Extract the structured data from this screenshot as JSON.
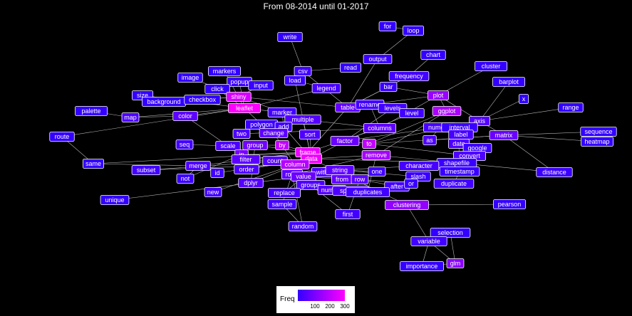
{
  "title": "From 08-2014 until 01-2017",
  "legend": {
    "title": "Freq",
    "low_color": "#3300ff",
    "high_color": "#ff00ff",
    "ticks": [
      "100",
      "200",
      "300"
    ]
  },
  "nodes": [
    {
      "id": "write",
      "freq": 20
    },
    {
      "id": "for",
      "freq": 20
    },
    {
      "id": "loop",
      "freq": 20
    },
    {
      "id": "output",
      "freq": 30
    },
    {
      "id": "chart",
      "freq": 20
    },
    {
      "id": "read",
      "freq": 20
    },
    {
      "id": "csv",
      "freq": 40
    },
    {
      "id": "cluster",
      "freq": 20
    },
    {
      "id": "frequency",
      "freq": 40
    },
    {
      "id": "image",
      "freq": 20
    },
    {
      "id": "markers",
      "freq": 20
    },
    {
      "id": "popup",
      "freq": 30
    },
    {
      "id": "load",
      "freq": 30
    },
    {
      "id": "barplot",
      "freq": 20
    },
    {
      "id": "legend",
      "freq": 50
    },
    {
      "id": "bar",
      "freq": 30
    },
    {
      "id": "input",
      "freq": 30
    },
    {
      "id": "click",
      "freq": 20
    },
    {
      "id": "plot",
      "freq": 170
    },
    {
      "id": "size",
      "freq": 20
    },
    {
      "id": "shiny",
      "freq": 260
    },
    {
      "id": "x",
      "freq": 20
    },
    {
      "id": "background",
      "freq": 20
    },
    {
      "id": "checkbox",
      "freq": 20
    },
    {
      "id": "table",
      "freq": 90
    },
    {
      "id": "rename",
      "freq": 40
    },
    {
      "id": "levels",
      "freq": 40
    },
    {
      "id": "range",
      "freq": 20
    },
    {
      "id": "leaflet",
      "freq": 320
    },
    {
      "id": "level",
      "freq": 40
    },
    {
      "id": "ggplot",
      "freq": 200
    },
    {
      "id": "palette",
      "freq": 20
    },
    {
      "id": "map",
      "freq": 60
    },
    {
      "id": "color",
      "freq": 80
    },
    {
      "id": "marker",
      "freq": 40
    },
    {
      "id": "multiple",
      "freq": 70
    },
    {
      "id": "axis",
      "freq": 70
    },
    {
      "id": "polygon",
      "freq": 30
    },
    {
      "id": "add",
      "freq": 40
    },
    {
      "id": "columns",
      "freq": 80
    },
    {
      "id": "numeric",
      "freq": 50
    },
    {
      "id": "interval",
      "freq": 30
    },
    {
      "id": "sequence",
      "freq": 20
    },
    {
      "id": "route",
      "freq": 20
    },
    {
      "id": "two",
      "freq": 60
    },
    {
      "id": "change",
      "freq": 80
    },
    {
      "id": "sort",
      "freq": 60
    },
    {
      "id": "label",
      "freq": 50
    },
    {
      "id": "matrix",
      "freq": 100
    },
    {
      "id": "heatmap",
      "freq": 20
    },
    {
      "id": "factor",
      "freq": 100
    },
    {
      "id": "as",
      "freq": 60
    },
    {
      "id": "date",
      "freq": 60
    },
    {
      "id": "google",
      "freq": 30
    },
    {
      "id": "seq",
      "freq": 40
    },
    {
      "id": "scale",
      "freq": 60
    },
    {
      "id": "group",
      "freq": 110
    },
    {
      "id": "by",
      "freq": 230
    },
    {
      "id": "frame",
      "freq": 290
    },
    {
      "id": "to",
      "freq": 230
    },
    {
      "id": "in",
      "freq": 120
    },
    {
      "id": "remove",
      "freq": 190
    },
    {
      "id": "data",
      "freq": 300
    },
    {
      "id": "convert",
      "freq": 60
    },
    {
      "id": "filter",
      "freq": 80
    },
    {
      "id": "count",
      "freq": 70
    },
    {
      "id": "shapefile",
      "freq": 30
    },
    {
      "id": "same",
      "freq": 20
    },
    {
      "id": "merge",
      "freq": 60
    },
    {
      "id": "column",
      "freq": 210
    },
    {
      "id": "character",
      "freq": 50
    },
    {
      "id": "timestamp",
      "freq": 30
    },
    {
      "id": "distance",
      "freq": 30
    },
    {
      "id": "subset",
      "freq": 40
    },
    {
      "id": "order",
      "freq": 60
    },
    {
      "id": "rows",
      "freq": 80
    },
    {
      "id": "with",
      "freq": 60
    },
    {
      "id": "string",
      "freq": 80
    },
    {
      "id": "one",
      "freq": 40
    },
    {
      "id": "slash",
      "freq": 30
    },
    {
      "id": "id",
      "freq": 40
    },
    {
      "id": "value",
      "freq": 100
    },
    {
      "id": "from",
      "freq": 90
    },
    {
      "id": "row",
      "freq": 80
    },
    {
      "id": "duplicate",
      "freq": 40
    },
    {
      "id": "not",
      "freq": 30
    },
    {
      "id": "dplyr",
      "freq": 70
    },
    {
      "id": "groups",
      "freq": 60
    },
    {
      "id": "after",
      "freq": 40
    },
    {
      "id": "or",
      "freq": 30
    },
    {
      "id": "new",
      "freq": 40
    },
    {
      "id": "replace",
      "freq": 50
    },
    {
      "id": "number",
      "freq": 70
    },
    {
      "id": "specific",
      "freq": 60
    },
    {
      "id": "duplicates",
      "freq": 40
    },
    {
      "id": "unique",
      "freq": 20
    },
    {
      "id": "sample",
      "freq": 40
    },
    {
      "id": "clustering",
      "freq": 160
    },
    {
      "id": "pearson",
      "freq": 20
    },
    {
      "id": "first",
      "freq": 40
    },
    {
      "id": "random",
      "freq": 40
    },
    {
      "id": "selection",
      "freq": 20
    },
    {
      "id": "variable",
      "freq": 40
    },
    {
      "id": "importance",
      "freq": 20
    },
    {
      "id": "glm",
      "freq": 150
    }
  ],
  "edges": [
    [
      "write",
      "csv"
    ],
    [
      "csv",
      "read"
    ],
    [
      "csv",
      "table"
    ],
    [
      "for",
      "loop"
    ],
    [
      "loop",
      "output"
    ],
    [
      "output",
      "table"
    ],
    [
      "chart",
      "frequency"
    ],
    [
      "frequency",
      "table"
    ],
    [
      "frequency",
      "bar"
    ],
    [
      "bar",
      "plot"
    ],
    [
      "bar",
      "table"
    ],
    [
      "plot",
      "ggplot"
    ],
    [
      "plot",
      "axis"
    ],
    [
      "plot",
      "table"
    ],
    [
      "plot",
      "columns"
    ],
    [
      "cluster",
      "plot"
    ],
    [
      "barplot",
      "axis"
    ],
    [
      "x",
      "axis"
    ],
    [
      "range",
      "axis"
    ],
    [
      "sequence",
      "matrix"
    ],
    [
      "heatmap",
      "matrix"
    ],
    [
      "axis",
      "label"
    ],
    [
      "axis",
      "matrix"
    ],
    [
      "axis",
      "to"
    ],
    [
      "matrix",
      "to"
    ],
    [
      "matrix",
      "distance"
    ],
    [
      "matrix",
      "as"
    ],
    [
      "google",
      "date"
    ],
    [
      "ggplot",
      "to"
    ],
    [
      "ggplot",
      "remove"
    ],
    [
      "image",
      "shiny"
    ],
    [
      "markers",
      "leaflet"
    ],
    [
      "popup",
      "leaflet"
    ],
    [
      "click",
      "leaflet"
    ],
    [
      "input",
      "shiny"
    ],
    [
      "size",
      "leaflet"
    ],
    [
      "background",
      "shiny"
    ],
    [
      "checkbox",
      "shiny"
    ],
    [
      "shiny",
      "table"
    ],
    [
      "shiny",
      "multiple"
    ],
    [
      "leaflet",
      "marker"
    ],
    [
      "leaflet",
      "map"
    ],
    [
      "leaflet",
      "polygon"
    ],
    [
      "leaflet",
      "color"
    ],
    [
      "palette",
      "map"
    ],
    [
      "map",
      "color"
    ],
    [
      "color",
      "scale"
    ],
    [
      "legend",
      "leaflet"
    ],
    [
      "legend",
      "load"
    ],
    [
      "load",
      "data"
    ],
    [
      "route",
      "leaflet"
    ],
    [
      "route",
      "same"
    ],
    [
      "same",
      "frame"
    ],
    [
      "same",
      "merge"
    ],
    [
      "unique",
      "value"
    ],
    [
      "subset",
      "data"
    ],
    [
      "subset",
      "column"
    ],
    [
      "not",
      "in"
    ],
    [
      "not",
      "merge"
    ],
    [
      "new",
      "column"
    ],
    [
      "id",
      "data"
    ],
    [
      "merge",
      "frame"
    ],
    [
      "order",
      "data"
    ],
    [
      "dplyr",
      "group"
    ],
    [
      "dplyr",
      "data"
    ],
    [
      "replace",
      "value"
    ],
    [
      "sample",
      "rows"
    ],
    [
      "random",
      "sample"
    ],
    [
      "random",
      "rows"
    ],
    [
      "first",
      "row"
    ],
    [
      "first",
      "groups"
    ],
    [
      "clustering",
      "data"
    ],
    [
      "clustering",
      "pearson"
    ],
    [
      "clustering",
      "variable"
    ],
    [
      "selection",
      "variable"
    ],
    [
      "variable",
      "importance"
    ],
    [
      "variable",
      "glm"
    ],
    [
      "selection",
      "glm"
    ],
    [
      "importance",
      "glm"
    ],
    [
      "distance",
      "remove"
    ],
    [
      "duplicate",
      "timestamp"
    ],
    [
      "timestamp",
      "date"
    ],
    [
      "character",
      "string"
    ],
    [
      "slash",
      "string"
    ],
    [
      "shapefile",
      "data"
    ],
    [
      "numeric",
      "factor"
    ],
    [
      "numeric",
      "as"
    ],
    [
      "interval",
      "date"
    ],
    [
      "rename",
      "columns"
    ],
    [
      "levels",
      "factor"
    ],
    [
      "level",
      "factor"
    ],
    [
      "columns",
      "frame"
    ],
    [
      "table",
      "frame"
    ],
    [
      "factor",
      "to"
    ],
    [
      "factor",
      "data"
    ],
    [
      "two",
      "columns"
    ],
    [
      "change",
      "column"
    ],
    [
      "sort",
      "data"
    ],
    [
      "by",
      "group"
    ],
    [
      "by",
      "frame"
    ],
    [
      "to",
      "convert"
    ],
    [
      "remove",
      "rows"
    ],
    [
      "remove",
      "duplicates"
    ],
    [
      "remove",
      "data"
    ],
    [
      "data",
      "frame"
    ],
    [
      "frame",
      "column"
    ],
    [
      "column",
      "value"
    ],
    [
      "value",
      "from"
    ],
    [
      "row",
      "from"
    ],
    [
      "string",
      "one"
    ],
    [
      "after",
      "row"
    ],
    [
      "or",
      "row"
    ],
    [
      "groups",
      "number"
    ],
    [
      "specific",
      "number"
    ],
    [
      "duplicates",
      "specific"
    ],
    [
      "count",
      "filter"
    ],
    [
      "filter",
      "frame"
    ],
    [
      "with",
      "value"
    ],
    [
      "with",
      "string"
    ],
    [
      "in",
      "frame"
    ],
    [
      "seq",
      "scale"
    ],
    [
      "scale",
      "in"
    ],
    [
      "group",
      "frame"
    ],
    [
      "marker",
      "add"
    ],
    [
      "add",
      "data"
    ],
    [
      "multiple",
      "columns"
    ],
    [
      "multiple",
      "data"
    ]
  ]
}
